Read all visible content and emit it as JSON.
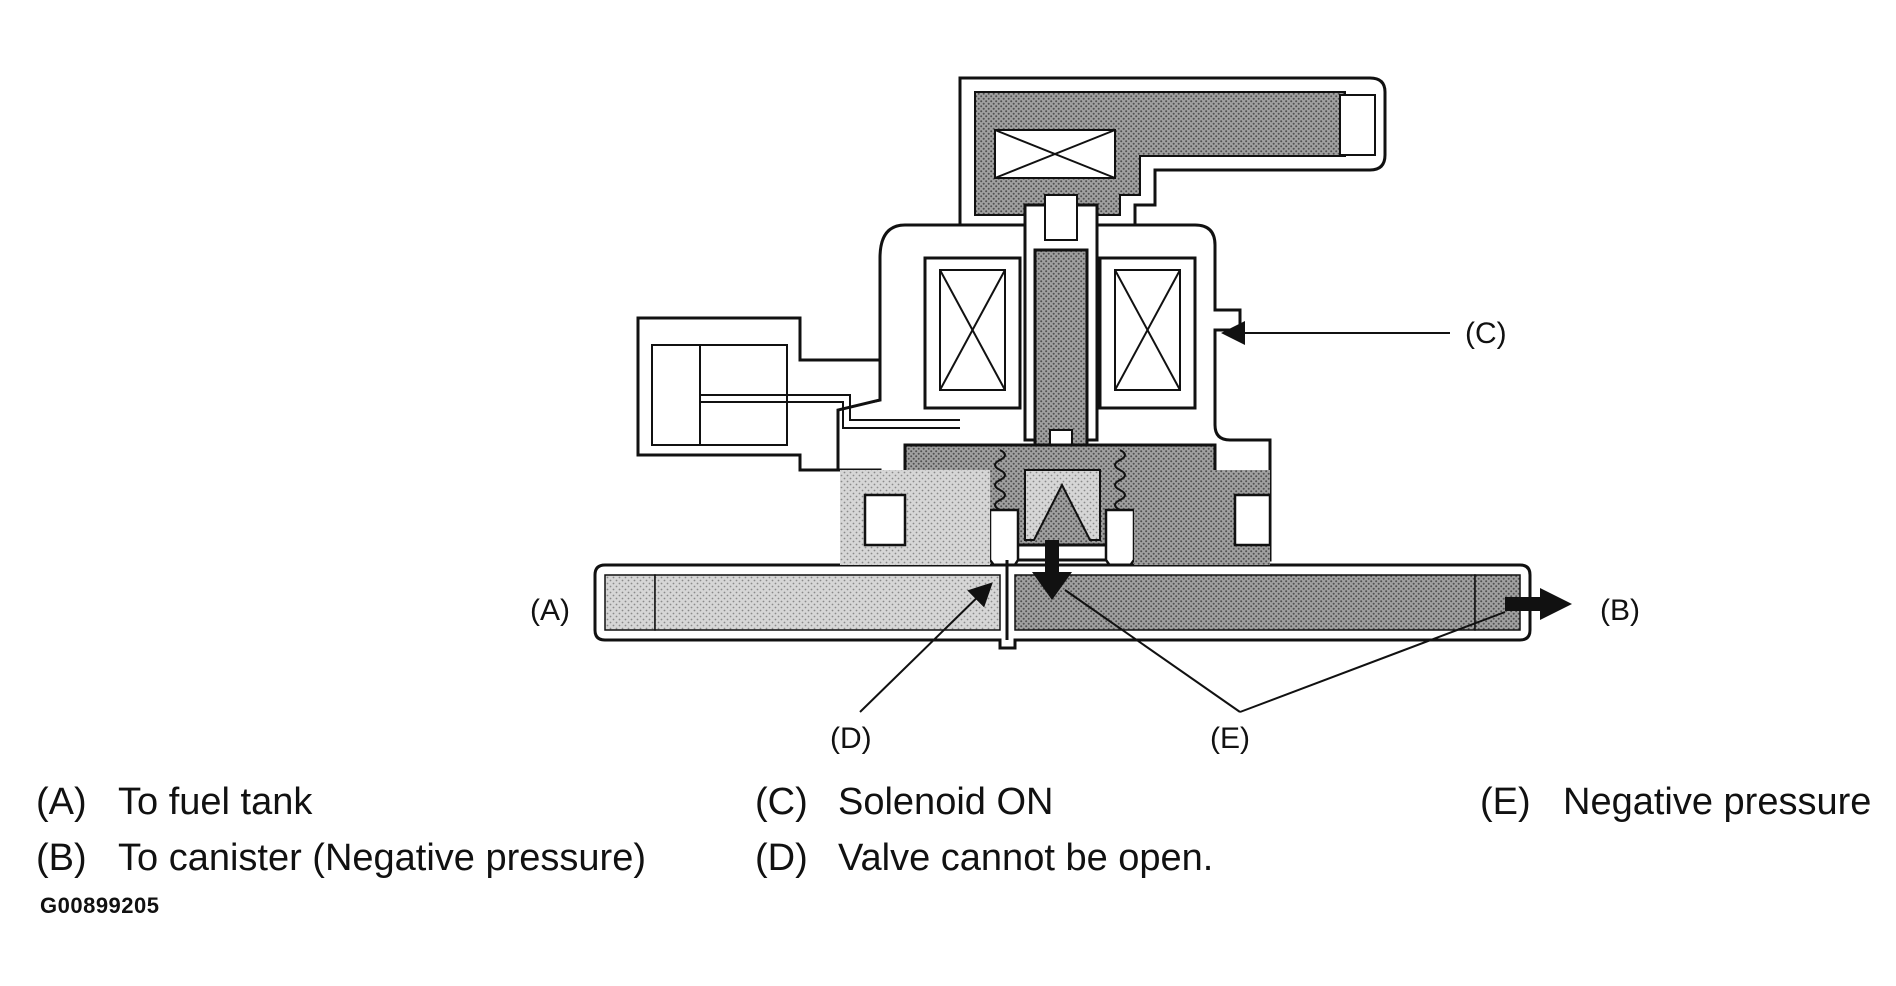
{
  "callouts": {
    "a": "(A)",
    "b": "(B)",
    "c": "(C)",
    "d": "(D)",
    "e": "(E)"
  },
  "legend": [
    {
      "key": "(A)",
      "text": "To fuel tank"
    },
    {
      "key": "(B)",
      "text": "To canister (Negative pressure)"
    },
    {
      "key": "(C)",
      "text": "Solenoid ON"
    },
    {
      "key": "(D)",
      "text": "Valve cannot be open."
    },
    {
      "key": "(E)",
      "text": "Negative pressure"
    }
  ],
  "figure_id": "G00899205",
  "colors": {
    "line": "#111111",
    "shade_light": "#cfcfcf",
    "shade_mid": "#a8a8a8",
    "shade_dark": "#6e6e6e",
    "core": "#2e2e2e"
  }
}
